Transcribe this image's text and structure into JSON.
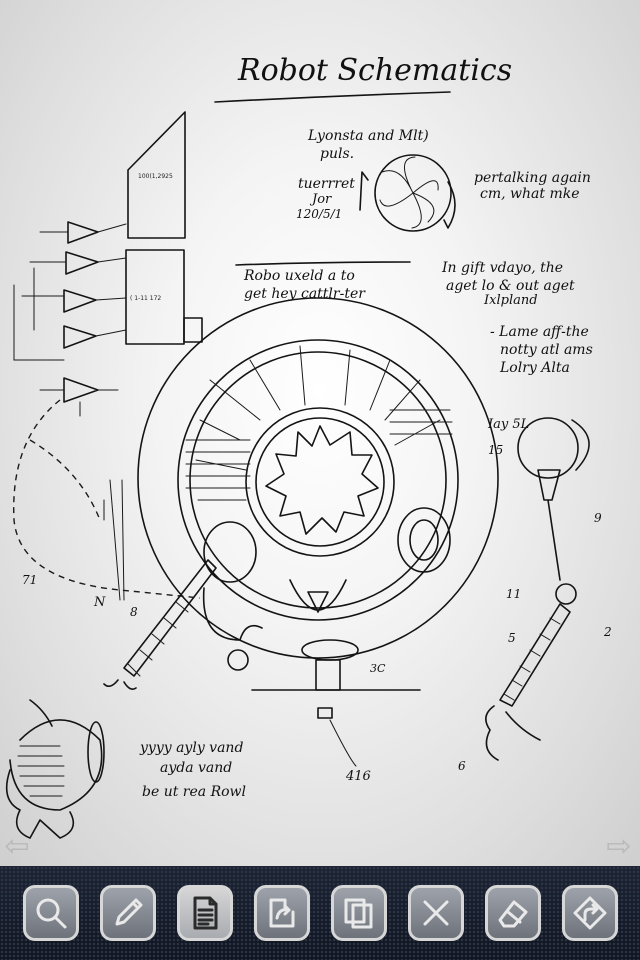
{
  "sketch": {
    "title": "Robot Schematics",
    "notes": [
      "Lyonsta and Mlt)",
      "puls.",
      "tuerrret",
      "Jor",
      "120/5/1",
      "pertalking again",
      "cm, what mke",
      "Robo uxeld a to",
      "get hey cattlr-ter",
      "In gift vdayo, the",
      "aget lo & out aget",
      "Ixlpland",
      "- Lame aff-the",
      "notty atl ams",
      "Lolry Alta",
      "Iay 5L",
      "15",
      "9",
      "11",
      "5",
      "2",
      "6",
      "8",
      "N",
      "71",
      "3C",
      "416",
      "yyyy ayly vand",
      "ayda vand",
      "be ut rea Rowl"
    ]
  },
  "navigation": {
    "prev_icon": "left-arrow-icon",
    "next_icon": "right-arrow-icon"
  },
  "toolbar": {
    "buttons": [
      {
        "name": "zoom",
        "icon": "magnifier-icon"
      },
      {
        "name": "pen",
        "icon": "pencil-icon"
      },
      {
        "name": "pages",
        "icon": "document-icon"
      },
      {
        "name": "transform",
        "icon": "transform-icon"
      },
      {
        "name": "copy",
        "icon": "copy-icon"
      },
      {
        "name": "clear",
        "icon": "close-icon"
      },
      {
        "name": "eraser",
        "icon": "eraser-icon"
      },
      {
        "name": "share",
        "icon": "share-arrow-icon"
      }
    ],
    "active": "pages",
    "bar_color": "#141a26"
  }
}
